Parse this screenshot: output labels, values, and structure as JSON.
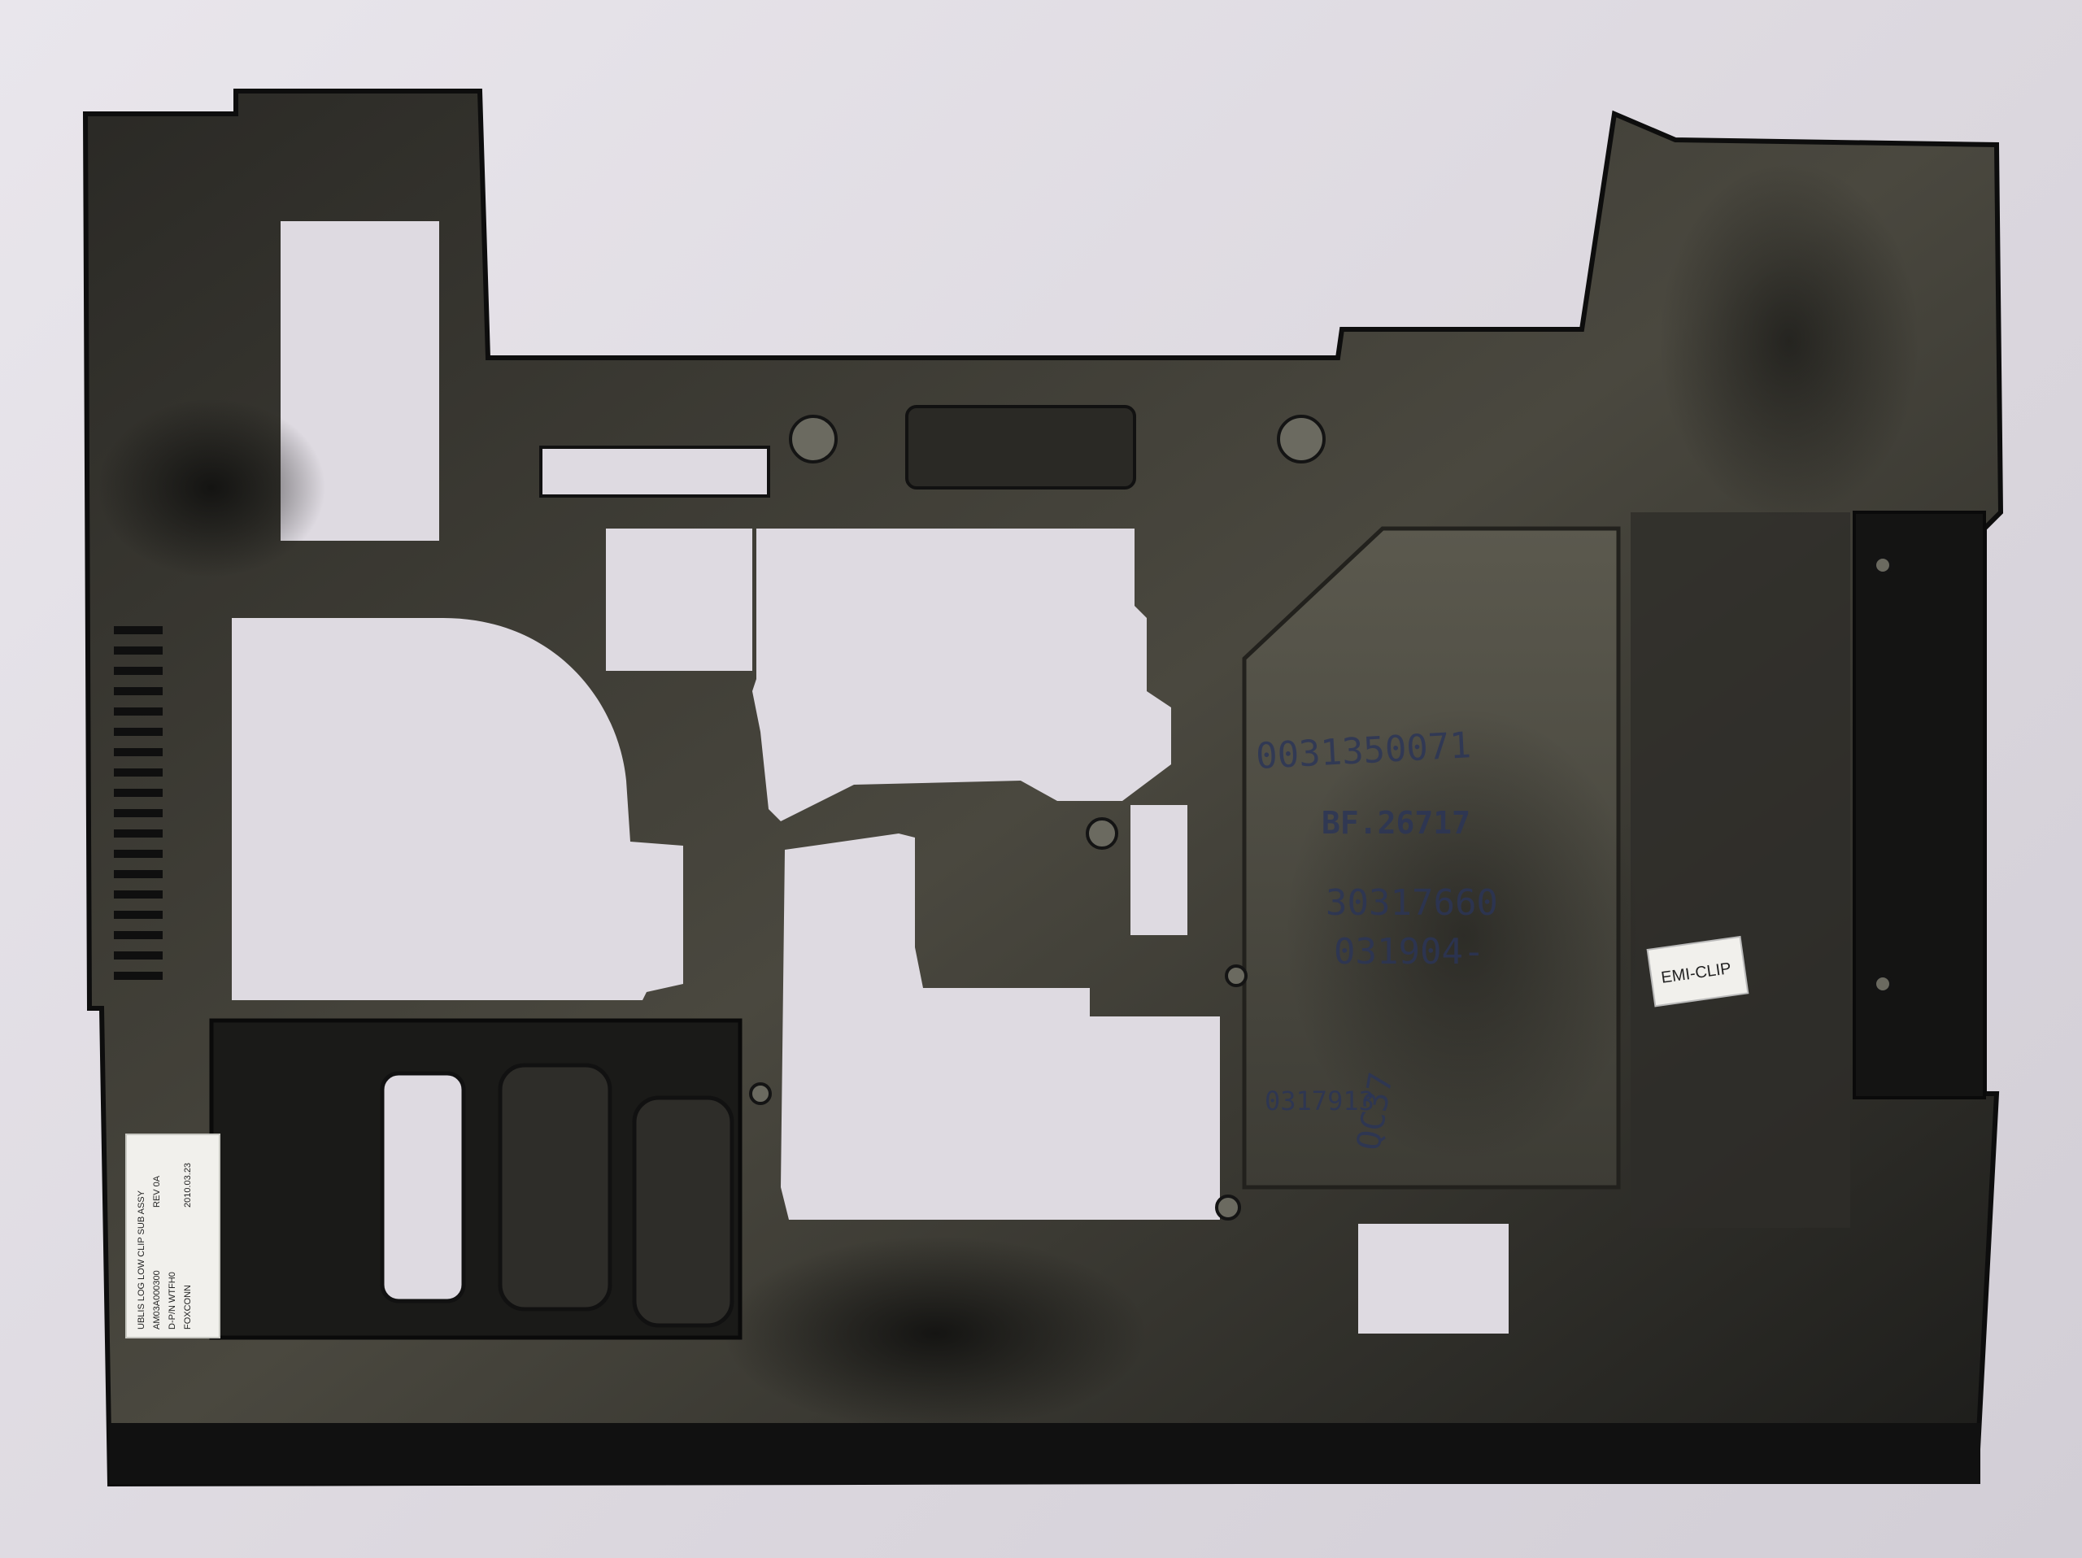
{
  "photo": {
    "subject": "laptop-bottom-chassis-frame",
    "colors": {
      "background": "#dedae1",
      "frame_dark": "#141414",
      "frame_mid": "#3b3a34",
      "frame_light": "#5c5a50",
      "stamp_ink": "#2b3558",
      "sticker": "#f1f0ec"
    },
    "stamps": {
      "line1": "0031350071",
      "line2": "BF.26717",
      "line3": "30317660",
      "line4": "031904-",
      "line5": "0317913",
      "line6": "QC37"
    },
    "emi_label": "EMI-CLIP",
    "sticker_lines": [
      "UBLIS LOG LOW CLIP SUB ASSY",
      "AM03A000300",
      "REV 0A",
      "D-P/N WTFH0",
      "FOXCONN",
      "2010.03.23"
    ]
  }
}
